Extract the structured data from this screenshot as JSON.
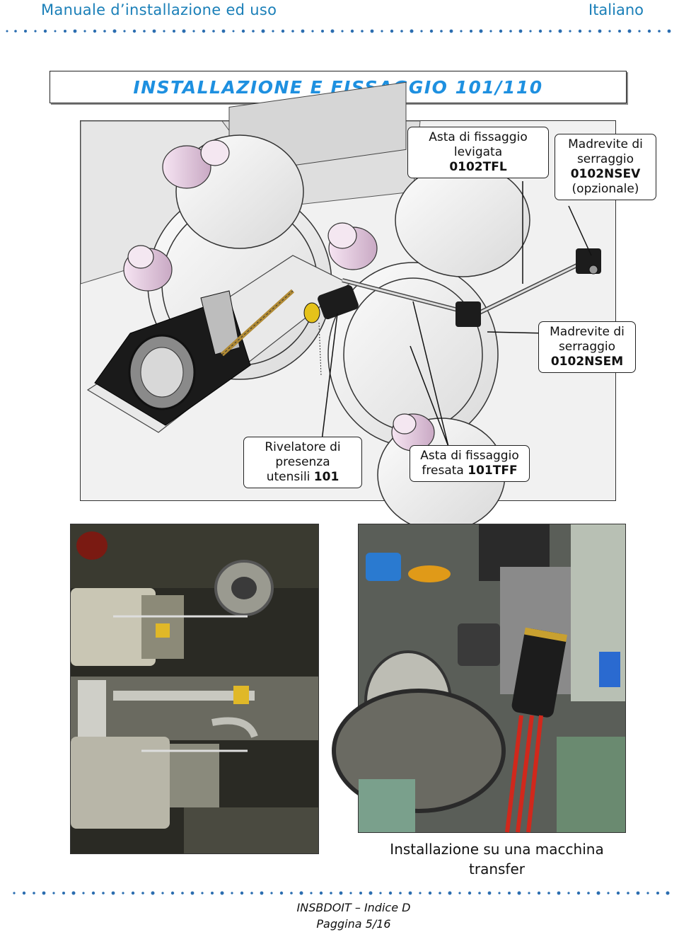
{
  "header": {
    "left": "Manuale d’installazione ed uso",
    "right": "Italiano"
  },
  "title": "INSTALLAZIONE E FISSAGGIO 101/110",
  "labels": {
    "tfl": {
      "line1": "Asta di fissaggio",
      "line2": "levigata",
      "code": "0102TFL"
    },
    "nsev": {
      "line1": "Madrevite di",
      "line2": "serraggio",
      "code": "0102NSEV",
      "line4": "(opzionale)"
    },
    "nsem": {
      "line1": "Madrevite  di",
      "line2": "serraggio",
      "code": "0102NSEM"
    },
    "rivelatore": {
      "line1": "Rivelatore di",
      "line2": "presenza",
      "line3": "utensili",
      "code": "101"
    },
    "tff": {
      "line1": "Asta di fissaggio",
      "line2": "fresata",
      "code": "101TFF"
    }
  },
  "caption": {
    "line1": "Installazione su una macchina",
    "line2": "transfer"
  },
  "footer": {
    "line1": "INSBDOIT – Indice D",
    "line2": "Paggina 5/16"
  },
  "colors": {
    "accent": "#1e90e0",
    "header": "#1a7fb8"
  }
}
